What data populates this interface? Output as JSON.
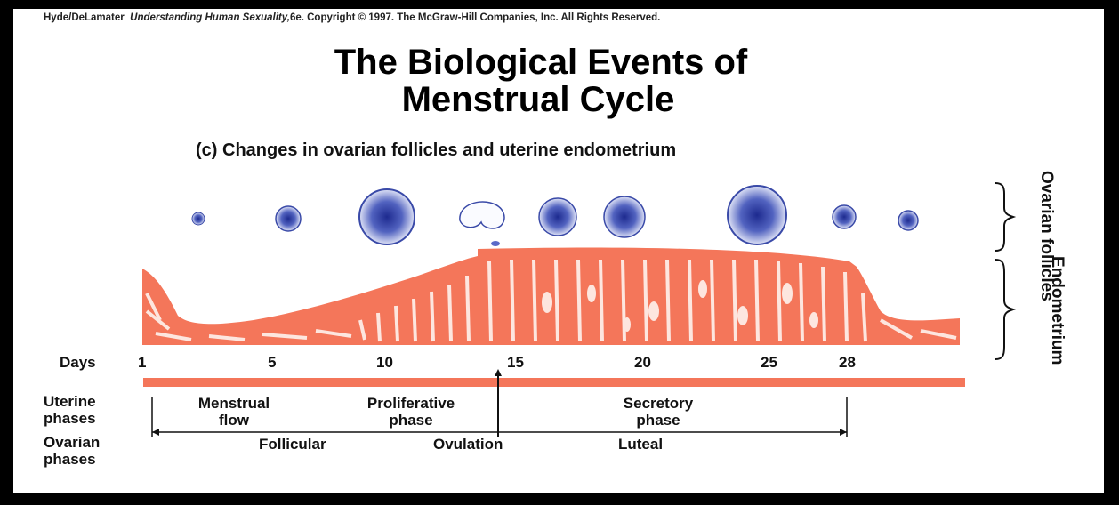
{
  "copyright": {
    "authors": "Hyde/DeLamater",
    "book": "Understanding Human Sexuality,",
    "rest": "6e.   Copyright © 1997. The McGraw-Hill Companies, Inc. All Rights Reserved."
  },
  "title": {
    "line1": "The Biological Events of",
    "line2": "Menstrual Cycle"
  },
  "subtitle": "(c) Changes in ovarian follicles and uterine endometrium",
  "labels": {
    "ovarian_follicles": "Ovarian follicles",
    "endometrium": "Endometrium"
  },
  "days": {
    "label": "Days",
    "ticks": [
      "1",
      "5",
      "10",
      "15",
      "20",
      "25",
      "28"
    ]
  },
  "uterine_phases": {
    "label_line1": "Uterine",
    "label_line2": "phases",
    "menstrual_line1": "Menstrual",
    "menstrual_line2": "flow",
    "proliferative_line1": "Proliferative",
    "proliferative_line2": "phase",
    "secretory_line1": "Secretory",
    "secretory_line2": "phase"
  },
  "ovarian_phases": {
    "label_line1": "Ovarian",
    "label_line2": "phases",
    "follicular": "Follicular",
    "ovulation": "Ovulation",
    "luteal": "Luteal"
  },
  "colors": {
    "endometrium": "#f4765a",
    "endometrium_light": "#fde6df",
    "follicle": "#3a4aa8",
    "follicle_light": "#e7eaf8"
  }
}
